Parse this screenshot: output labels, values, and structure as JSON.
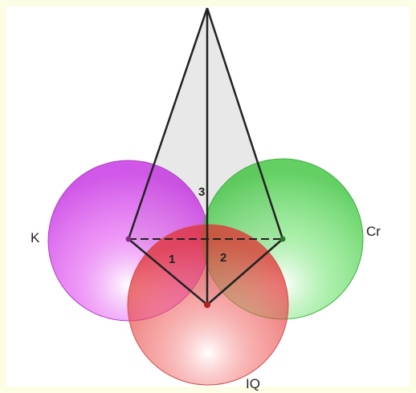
{
  "circles": [
    {
      "label": "K",
      "color": "#e040f0"
    },
    {
      "label": "Cr",
      "color": "#50e050"
    },
    {
      "label": "IQ",
      "color": "#f04848"
    }
  ],
  "angle_labels": {
    "one": "1",
    "two": "2",
    "three": "3"
  },
  "colors": {
    "background": "#fdfde6",
    "panel": "#ffffff",
    "edges": "#222222",
    "apex_marker": "#b02020",
    "face_fill": "#d8d8d8"
  }
}
